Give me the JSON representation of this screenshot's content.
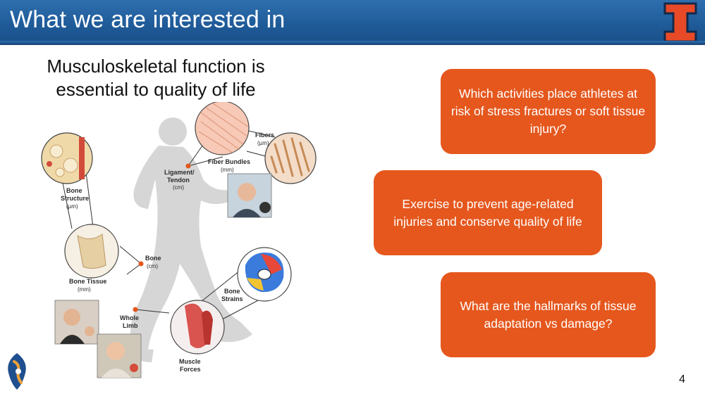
{
  "slide": {
    "title": "What we are interested in",
    "subtitle": "Musculoskeletal function is essential to quality of life",
    "page_number": "4"
  },
  "figure": {
    "labels": {
      "fibers": "Fibers",
      "fibers_unit": "(µm)",
      "fiber_bundles": "Fiber Bundles",
      "fiber_bundles_unit": "(mm)",
      "ligament": "Ligament/",
      "tendon": "Tendon",
      "ligament_unit": "(cm)",
      "bone_structure_1": "Bone",
      "bone_structure_2": "Structure",
      "bone_structure_unit": "(µm)",
      "bone": "Bone",
      "bone_unit": "(cm)",
      "bone_tissue": "Bone Tissue",
      "bone_tissue_unit": "(mm)",
      "bone_strains_1": "Bone",
      "bone_strains_2": "Strains",
      "whole_limb_1": "Whole",
      "whole_limb_2": "Limb",
      "muscle_forces_1": "Muscle",
      "muscle_forces_2": "Forces"
    }
  },
  "questions": [
    {
      "text": "Which activities place athletes at risk of stress fractures or soft tissue injury?"
    },
    {
      "text": "Exercise to prevent age-related injuries and conserve quality of life"
    },
    {
      "text": "What are the hallmarks of tissue adaptation vs damage?"
    }
  ],
  "colors": {
    "header_blue": "#1f5b99",
    "box_orange": "#e5571d",
    "illinois_orange": "#e84a27",
    "illinois_blue": "#13294b"
  },
  "icons": [
    "illinois-block-i-logo",
    "joint-logo-icon"
  ]
}
